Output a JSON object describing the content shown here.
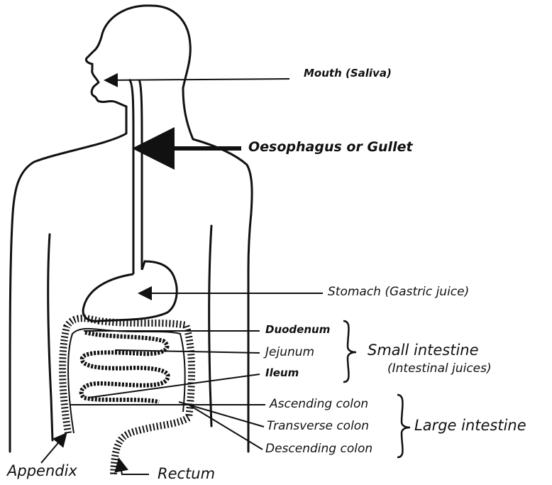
{
  "labels": {
    "mouth": "Mouth (Saliva)",
    "oesophagus": "Oesophagus or Gullet",
    "stomach": "Stomach (Gastric juice)",
    "duodenum": "Duodenum",
    "jejunum": "Jejunum",
    "ileum": "Ileum",
    "small_intestine": "Small intestine",
    "intestinal_juices": "(Intestinal juices)",
    "ascending_colon": "Ascending colon",
    "transverse_colon": "Transverse colon",
    "descending_colon": "Descending colon",
    "large_intestine": "Large intestine",
    "appendix": "Appendix",
    "rectum": "Rectum"
  },
  "colors": {
    "ink": "#111111",
    "background": "#ffffff"
  }
}
